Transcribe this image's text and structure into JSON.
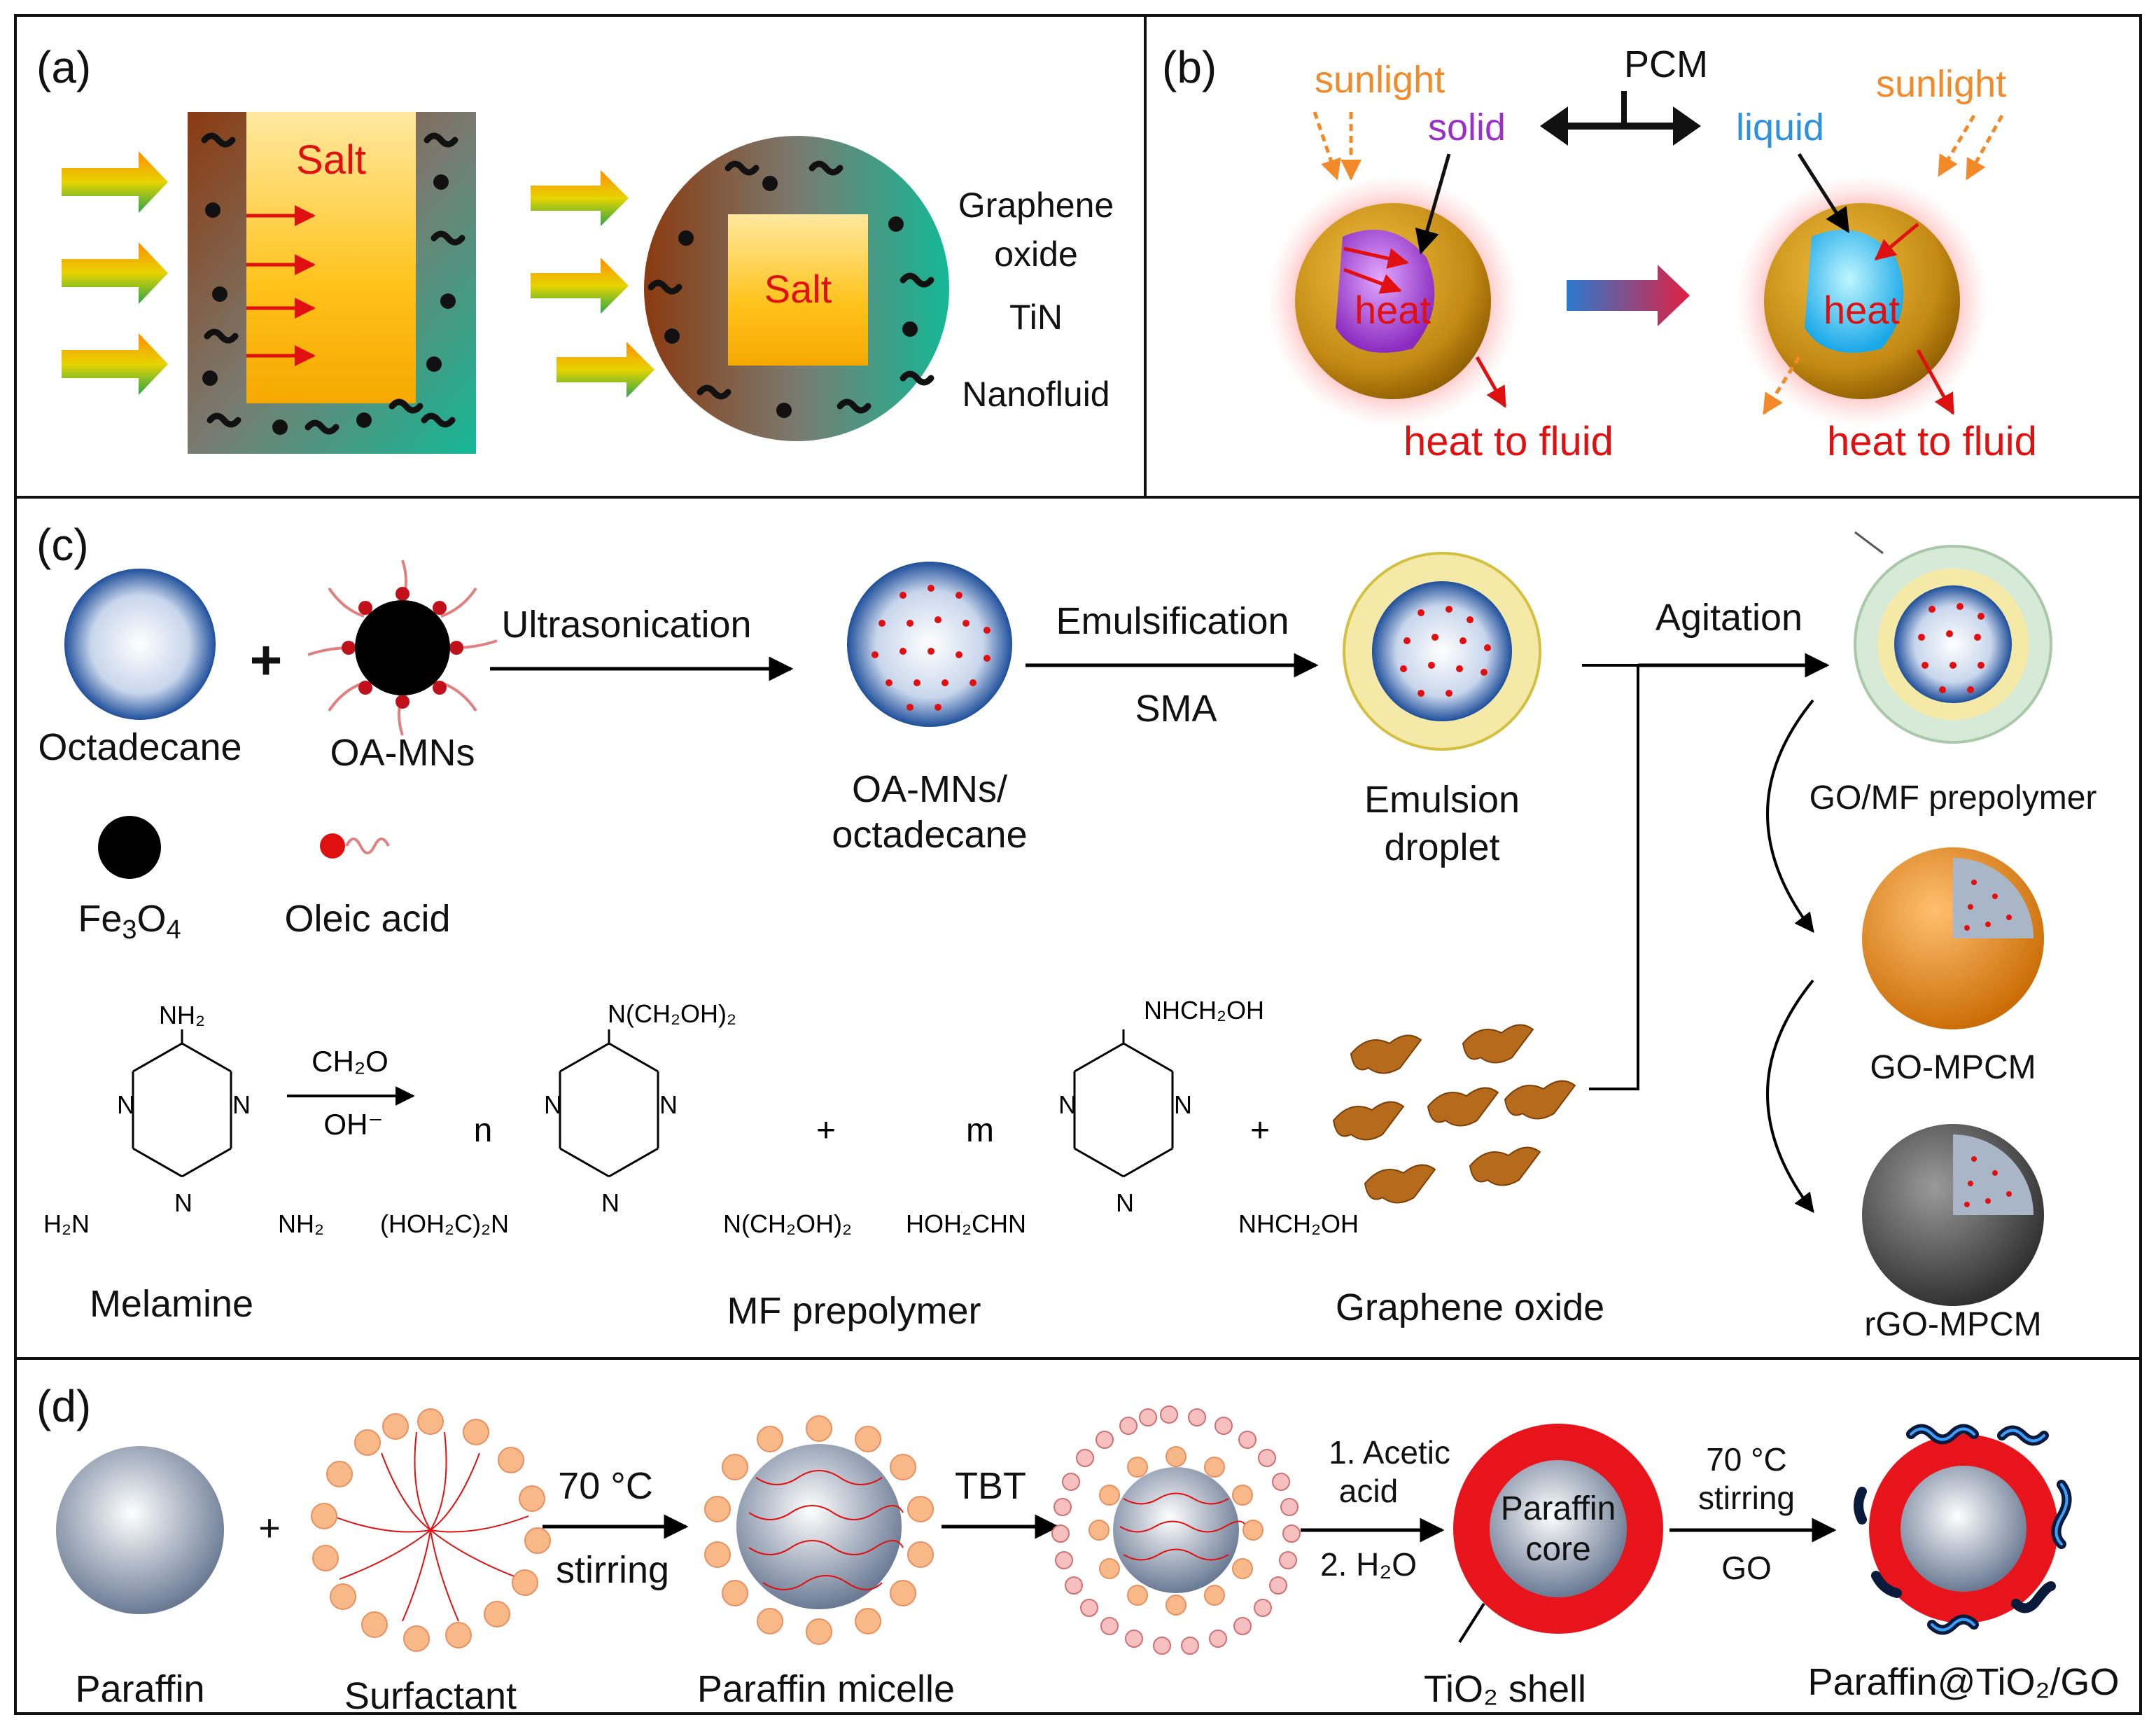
{
  "panels": {
    "a": {
      "label": "(a)",
      "salt_left": "Salt",
      "salt_right": "Salt",
      "legend": [
        "Graphene",
        "oxide",
        "TiN",
        "Nanofluid"
      ]
    },
    "b": {
      "label": "(b)",
      "pcm": "PCM",
      "sunlight_left": "sunlight",
      "sunlight_right": "sunlight",
      "solid": "solid",
      "liquid": "liquid",
      "heat_left": "heat",
      "heat_right": "heat",
      "heat_to_fluid_left": "heat to fluid",
      "heat_to_fluid_right": "heat to fluid"
    },
    "c": {
      "label": "(c)",
      "plus": "+",
      "octadecane": "Octadecane",
      "oa_mns": "OA-MNs",
      "ultrasonication": "Ultrasonication",
      "oa_mns_octadecane_1": "OA-MNs/",
      "oa_mns_octadecane_2": "octadecane",
      "emulsification": "Emulsification",
      "sma": "SMA",
      "emulsion_1": "Emulsion",
      "emulsion_2": "droplet",
      "agitation": "Agitation",
      "go_mf": "GO/MF prepolymer",
      "go_mpcm": "GO-MPCM",
      "rgo_mpcm": "rGO-MPCM",
      "fe3o4": "Fe",
      "fe3o4_sub1": "3",
      "fe3o4_o": "O",
      "fe3o4_sub2": "4",
      "oleic": "Oleic acid",
      "melamine": "Melamine",
      "mf_prepolymer": "MF prepolymer",
      "graphene_oxide": "Graphene oxide",
      "ch2o": "CH₂O",
      "oh": "OH⁻",
      "n_coef": "n",
      "m_coef": "m",
      "plus_small": "+",
      "nh2_top": "NH₂",
      "h2n_left": "H₂N",
      "nh2_right": "NH₂",
      "n_atom": "N",
      "mf_top": "N(CH₂OH)₂",
      "mf_left": "(HOH₂C)₂N",
      "mf_right": "N(CH₂OH)₂",
      "m_top": "NHCH₂OH",
      "m_left": "HOH₂CHN",
      "m_right": "NHCH₂OH"
    },
    "d": {
      "label": "(d)",
      "plus": "+",
      "paraffin": "Paraffin",
      "surfactant": "Surfactant",
      "temp1": "70 °C",
      "stirring1": "stirring",
      "micelle": "Paraffin micelle",
      "tbt": "TBT",
      "acetic_1": "1. Acetic",
      "acetic_2": "acid",
      "h2o": "2. H₂O",
      "core_1": "Paraffin",
      "core_2": "core",
      "shell": "TiO₂ shell",
      "temp2": "70 °C",
      "stirring2": "stirring",
      "go": "GO",
      "final": "Paraffin@TiO₂/GO"
    }
  },
  "colors": {
    "red_text": "#e01010",
    "orange_text": "#f28a2a",
    "solid_purple": "#9b30c8",
    "liquid_blue": "#2c8fe0",
    "tio2_red": "#e8141c",
    "gold_shell": "#c48a14"
  }
}
